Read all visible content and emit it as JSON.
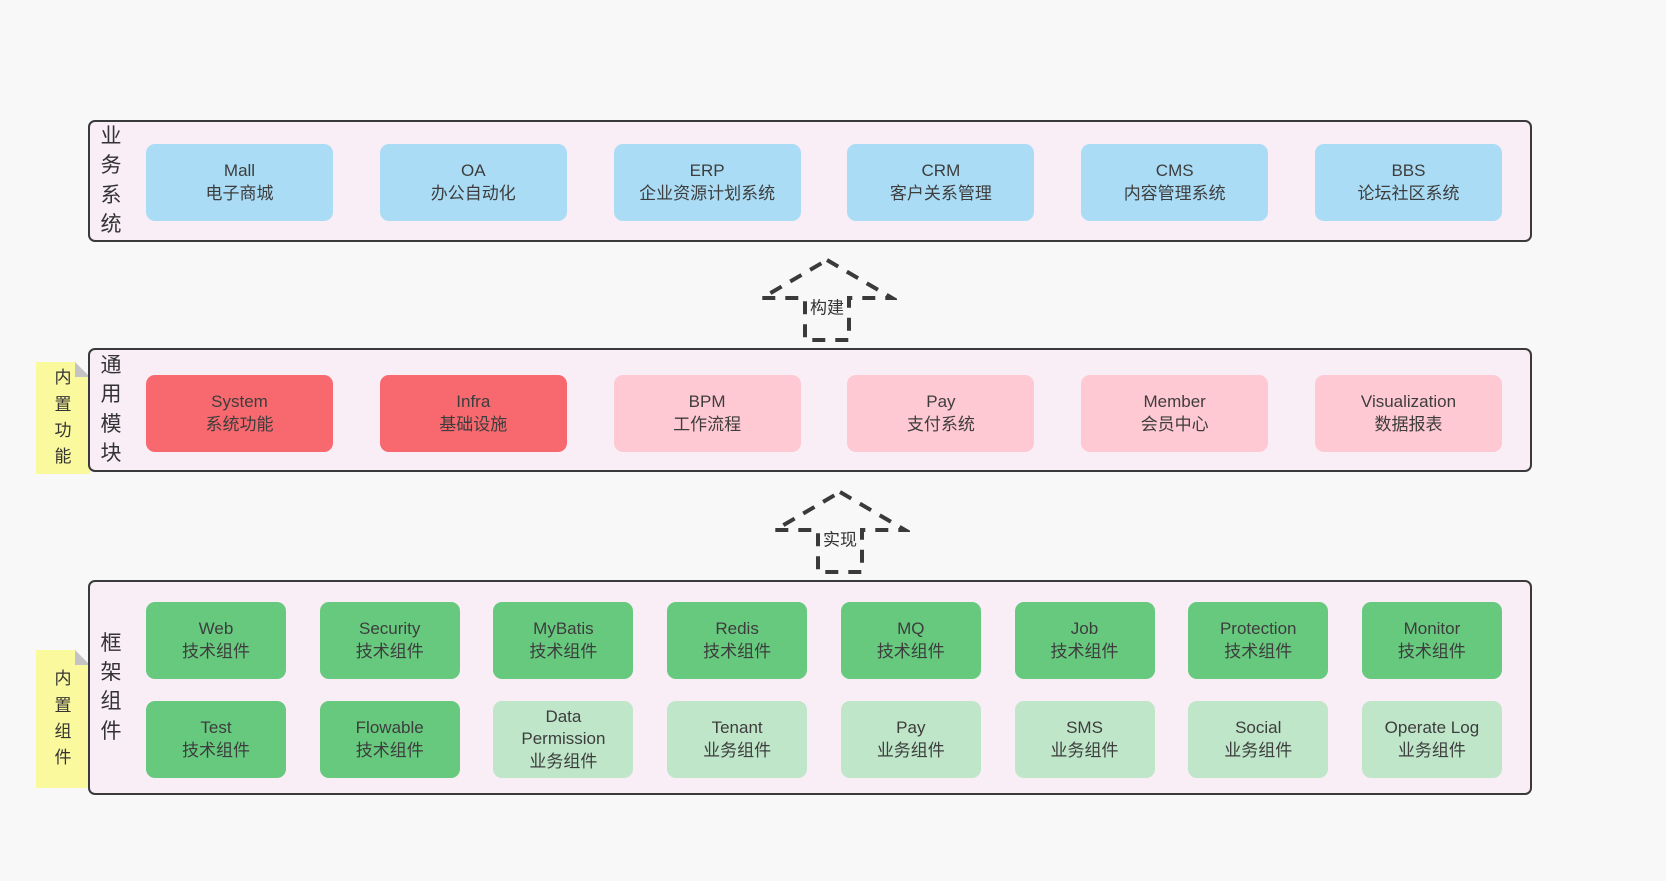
{
  "page": {
    "background": "#f8f8f8"
  },
  "colors": {
    "panel_bg": "#f9edf6",
    "panel_border": "#3a3a3a",
    "blue_box": "#aadcf5",
    "red_box": "#f7696f",
    "pink_box": "#ffc9d3",
    "green_box": "#66c97e",
    "light_green_box": "#bfe6c9",
    "sticky_note": "#fbf99e",
    "text": "#3d3d3d"
  },
  "business_layer": {
    "side_label": "业务系统",
    "boxes": [
      {
        "title": "Mall",
        "subtitle": "电子商城"
      },
      {
        "title": "OA",
        "subtitle": "办公自动化"
      },
      {
        "title": "ERP",
        "subtitle": "企业资源计划系统"
      },
      {
        "title": "CRM",
        "subtitle": "客户关系管理"
      },
      {
        "title": "CMS",
        "subtitle": "内容管理系统"
      },
      {
        "title": "BBS",
        "subtitle": "论坛社区系统"
      }
    ]
  },
  "build_arrow": {
    "label": "构建"
  },
  "modules_layer": {
    "sticky_note": "内置功能",
    "side_label": "通用模块",
    "boxes": [
      {
        "title": "System",
        "subtitle": "系统功能",
        "variant": "red"
      },
      {
        "title": "Infra",
        "subtitle": "基础设施",
        "variant": "red"
      },
      {
        "title": "BPM",
        "subtitle": "工作流程",
        "variant": "pink"
      },
      {
        "title": "Pay",
        "subtitle": "支付系统",
        "variant": "pink"
      },
      {
        "title": "Member",
        "subtitle": "会员中心",
        "variant": "pink"
      },
      {
        "title": "Visualization",
        "subtitle": "数据报表",
        "variant": "pink"
      }
    ]
  },
  "implement_arrow": {
    "label": "实现"
  },
  "components_layer": {
    "sticky_note": "内置组件",
    "side_label": "框架组件",
    "row1": [
      {
        "title": "Web",
        "subtitle": "技术组件",
        "variant": "green"
      },
      {
        "title": "Security",
        "subtitle": "技术组件",
        "variant": "green"
      },
      {
        "title": "MyBatis",
        "subtitle": "技术组件",
        "variant": "green"
      },
      {
        "title": "Redis",
        "subtitle": "技术组件",
        "variant": "green"
      },
      {
        "title": "MQ",
        "subtitle": "技术组件",
        "variant": "green"
      },
      {
        "title": "Job",
        "subtitle": "技术组件",
        "variant": "green"
      },
      {
        "title": "Protection",
        "subtitle": "技术组件",
        "variant": "green"
      },
      {
        "title": "Monitor",
        "subtitle": "技术组件",
        "variant": "green"
      }
    ],
    "row2": [
      {
        "title": "Test",
        "subtitle": "技术组件",
        "variant": "green"
      },
      {
        "title": "Flowable",
        "subtitle": "技术组件",
        "variant": "green"
      },
      {
        "title": "Data Permission",
        "subtitle": "业务组件",
        "variant": "lightgreen"
      },
      {
        "title": "Tenant",
        "subtitle": "业务组件",
        "variant": "lightgreen"
      },
      {
        "title": "Pay",
        "subtitle": "业务组件",
        "variant": "lightgreen"
      },
      {
        "title": "SMS",
        "subtitle": "业务组件",
        "variant": "lightgreen"
      },
      {
        "title": "Social",
        "subtitle": "业务组件",
        "variant": "lightgreen"
      },
      {
        "title": "Operate Log",
        "subtitle": "业务组件",
        "variant": "lightgreen"
      }
    ]
  }
}
